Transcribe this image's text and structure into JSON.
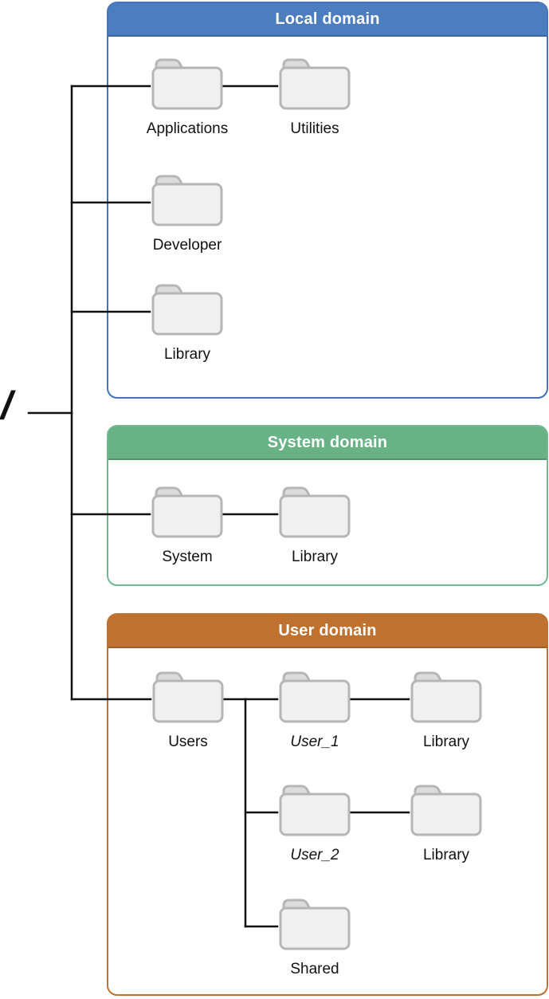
{
  "root": {
    "label": "/"
  },
  "colors": {
    "line": "#111111",
    "header_text": "#FFFFFF",
    "folder_body": "#F0F0F0",
    "folder_tab": "#DCDCDC",
    "folder_outline": "#B6B6B6"
  },
  "domains": [
    {
      "title": "Local domain",
      "header_fill": "#4C7DBF",
      "border_color": "#4273BC",
      "folders": [
        {
          "label": "Applications"
        },
        {
          "label": "Utilities"
        },
        {
          "label": "Developer"
        },
        {
          "label": "Library"
        }
      ]
    },
    {
      "title": "System domain",
      "header_fill": "#68B286",
      "border_color": "#72B890",
      "folders": [
        {
          "label": "System"
        },
        {
          "label": "Library"
        }
      ]
    },
    {
      "title": "User domain",
      "header_fill": "#BF7230",
      "border_color": "#BF7230",
      "folders": [
        {
          "label": "Users"
        },
        {
          "label": "User_1"
        },
        {
          "label": "Library"
        },
        {
          "label": "User_2"
        },
        {
          "label": "Library"
        },
        {
          "label": "Shared"
        }
      ]
    }
  ]
}
